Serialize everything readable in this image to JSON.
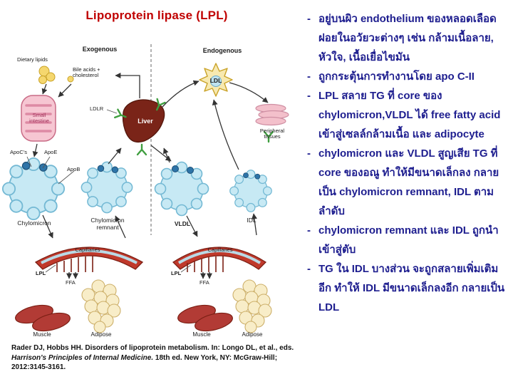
{
  "slide": {
    "title": "Lipoprotein lipase (LPL)"
  },
  "diagram": {
    "section_exogenous": "Exogenous",
    "section_endogenous": "Endogenous",
    "labels": {
      "dietary_lipids": "Dietary lipids",
      "bile_acids": "Bile acids +\ncholesterol",
      "small_intestine": "Small\nintestine",
      "ldlr": "LDLR",
      "liver": "Liver",
      "ldl": "LDL",
      "peripheral_tissues": "Peripheral\ntissues",
      "apo_cs": "ApoC's",
      "apo_e": "ApoE",
      "apo_b": "ApoB",
      "chylomicron": "Chylomicron",
      "chylomicron_remnant": "Chylomicron\nremnant",
      "vldl": "VLDL",
      "idl": "IDL",
      "capillaries": "Capillaries",
      "lpl": "LPL",
      "ffa": "FFA",
      "muscle": "Muscle",
      "adipose": "Adipose"
    }
  },
  "citation": {
    "part1": "Rader DJ, Hobbs HH. Disorders of lipoprotein metabolism. In: Longo DL, et al., eds. ",
    "italic": "Harrison's Principles of Internal Medicine.",
    "part2": " 18th ed. New York, NY: McGraw-Hill; 2012:3145-3161."
  },
  "notes": {
    "marker": "-",
    "bullets": [
      "อยู่บนผิว endothelium ของหลอดเลือดฝอยในอวัยวะต่างๆ เช่น  กล้ามเนื้อลาย, หัวใจ, เนื้อเยื่อไขมัน",
      "ถูกกระตุ้นการทำงานโดย apo C-II",
      "LPL สลาย TG ที่ core ของ chylomicron,VLDL ได้ free fatty acid เข้าสู่เซลล์กล้ามเนื้อ และ adipocyte",
      "chylomicron และ  VLDL สูญเสีย TG ที่ core ของอณู ทำให้มีขนาดเล็กลง กลายเป็น chylomicron remnant, IDL ตามลำดับ",
      "chylomicron remnant และ IDL ถูกนำเข้าสู่ตับ",
      "TG ใน IDL บางส่วน จะถูกสลายเพิ่มเติมอีก ทำให้ IDL มีขนาดเล็กลงอีก กลายเป็น LDL"
    ]
  },
  "colors": {
    "title_red": "#C00000",
    "notes_navy": "#1e1e8f",
    "lipoprotein_blue": "#c7e9f4",
    "capillary_red": "#c0392b",
    "liver_brown": "#7a2418",
    "adipose_cream": "#f8edc8",
    "receptor_green": "#3f9e3f",
    "intestine_pink": "#f6c6d2",
    "ldl_yellow": "#f7e9b0"
  }
}
